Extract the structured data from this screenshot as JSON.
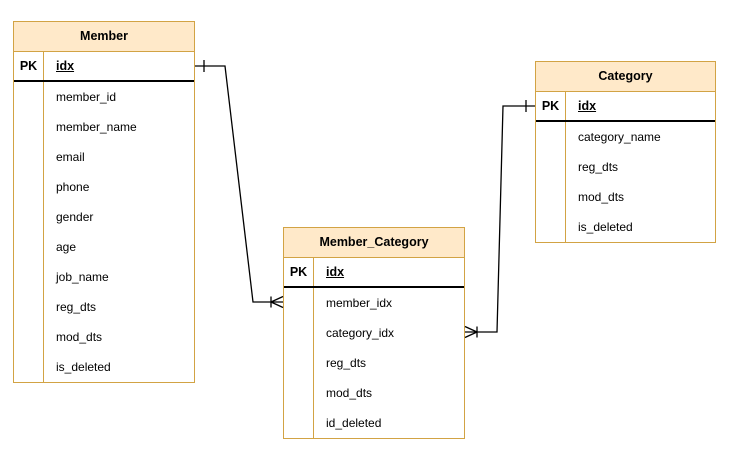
{
  "diagram": {
    "type": "er-diagram",
    "tables": [
      {
        "name": "Member",
        "pk_label": "PK",
        "pk_field": "idx",
        "fields": [
          "member_id",
          "member_name",
          "email",
          "phone",
          "gender",
          "age",
          "job_name",
          "reg_dts",
          "mod_dts",
          "is_deleted"
        ]
      },
      {
        "name": "Member_Category",
        "pk_label": "PK",
        "pk_field": "idx",
        "fields": [
          "member_idx",
          "category_idx",
          "reg_dts",
          "mod_dts",
          "id_deleted"
        ]
      },
      {
        "name": "Category",
        "pk_label": "PK",
        "pk_field": "idx",
        "fields": [
          "category_name",
          "reg_dts",
          "mod_dts",
          "is_deleted"
        ]
      }
    ],
    "relationships": [
      {
        "from_table": "Member",
        "from_field": "idx",
        "from_cardinality": "one",
        "to_table": "Member_Category",
        "to_field": "member_idx",
        "to_cardinality": "many"
      },
      {
        "from_table": "Category",
        "from_field": "idx",
        "from_cardinality": "one",
        "to_table": "Member_Category",
        "to_field": "category_idx",
        "to_cardinality": "many"
      }
    ],
    "colors": {
      "header_fill": "#ffe9c9",
      "table_border": "#d2a344",
      "pk_separator": "#000000",
      "connector": "#000000",
      "canvas_background": "#ffffff"
    }
  }
}
